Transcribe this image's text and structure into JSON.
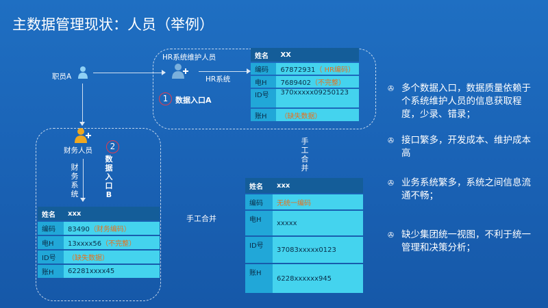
{
  "title": "主数据管理现状：人员（举例）",
  "nodes": {
    "employee": "职员A",
    "hr_maintainer": "HR系统维护人员",
    "hr_system": "HR系统",
    "finance_staff": "财务人员",
    "finance_system": [
      "财",
      "务",
      "系",
      "统"
    ],
    "manual_merge_vertical": [
      "手",
      "工",
      "合",
      "并"
    ],
    "manual_merge_horizontal": "手工合并"
  },
  "entries": {
    "a_number": "1",
    "a_label": "数据入口A",
    "b_number": "2",
    "b_label": [
      "数",
      "据",
      "入",
      "口",
      "B"
    ]
  },
  "hr_table": {
    "header": [
      "姓名",
      "XX"
    ],
    "rows": [
      {
        "key": "编码",
        "value": "67872931",
        "note": "（ HR编码）"
      },
      {
        "key": "电H",
        "value": "7689402",
        "note": "（不完整）"
      },
      {
        "key": "ID号",
        "value": "370xxxxx09250123",
        "note": ""
      },
      {
        "key": "账H",
        "value": "",
        "note": "（缺失数据）"
      }
    ]
  },
  "finance_table": {
    "header": [
      "姓名",
      "xxx"
    ],
    "rows": [
      {
        "key": "编码",
        "value": "83490",
        "note": "（财务编码）"
      },
      {
        "key": "电H",
        "value": "13xxxx56",
        "note": "（不完整）"
      },
      {
        "key": "ID号",
        "value": "",
        "note": "（缺失数据）"
      },
      {
        "key": "账H",
        "value": "62281xxxx45",
        "note": ""
      }
    ]
  },
  "merged_table": {
    "header": [
      "姓名",
      "xxx"
    ],
    "rows": [
      {
        "key": "编码",
        "value": "",
        "note": "无统一编码"
      },
      {
        "key": "电H",
        "value": "xxxxx",
        "note": ""
      },
      {
        "key": "ID号",
        "value": "37083xxxxx0123",
        "note": ""
      },
      {
        "key": "账H",
        "value": "6228xxxxxx945",
        "note": ""
      }
    ]
  },
  "bullets": [
    {
      "icon": "✇",
      "text": "多个数据入口，数据质量依赖于个系统维护人员的信息获取程度，少录、错录；"
    },
    {
      "icon": "✇",
      "text": "接口繁多，开发成本、维护成本高"
    },
    {
      "icon": "✇",
      "text": "业务系统繁多，系统之间信息流通不畅；"
    },
    {
      "icon": "✇",
      "text": "缺少集团统一视图，不利于统一管理和决策分析；"
    }
  ]
}
